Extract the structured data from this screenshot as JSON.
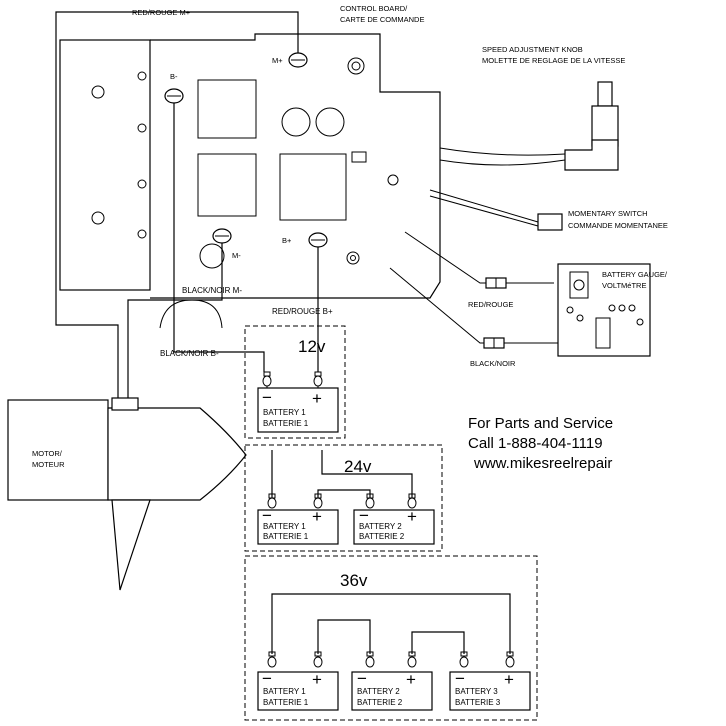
{
  "labels": {
    "red_m_plus": "RED/ROUGE M+",
    "control_board_1": "CONTROL BOARD/",
    "control_board_2": "CARTE DE COMMANDE",
    "m_plus": "M+",
    "b_minus": "B-",
    "m_minus": "M-",
    "b_plus": "B+",
    "speed_knob_1": "SPEED ADJUSTMENT  KNOB",
    "speed_knob_2": "MOLETTE DE REGLAGE DE LA VITESSE",
    "momentary_1": "MOMENTARY SWITCH",
    "momentary_2": "COMMANDE MOMENTANEE",
    "battery_gauge_1": "BATTERY GAUGE/",
    "battery_gauge_2": "VOLTMéTRE",
    "red_rouge": "RED/ROUGE",
    "black_noir": "BLACK/NOIR",
    "black_m_minus": "BLACK/NOIR M-",
    "red_b_plus": "RED/ROUGE B+",
    "black_b_minus": "BLACK/NOIR B-",
    "motor_1": "MOTOR/",
    "motor_2": "MOTEUR"
  },
  "configs": [
    {
      "voltage": "12v",
      "batteries": [
        {
          "line1": "BATTERY 1",
          "line2": "BATTERIE 1"
        }
      ]
    },
    {
      "voltage": "24v",
      "batteries": [
        {
          "line1": "BATTERY 1",
          "line2": "BATTERIE 1"
        },
        {
          "line1": "BATTERY 2",
          "line2": "BATTERIE 2"
        }
      ]
    },
    {
      "voltage": "36v",
      "batteries": [
        {
          "line1": "BATTERY 1",
          "line2": "BATTERIE 1"
        },
        {
          "line1": "BATTERY 2",
          "line2": "BATTERIE 2"
        },
        {
          "line1": "BATTERY 3",
          "line2": "BATTERIE 3"
        }
      ]
    }
  ],
  "terminal_signs": {
    "minus": "−",
    "plus": "+"
  },
  "service": {
    "line1": "For Parts and Service",
    "line2": "Call 1-888-404-1119",
    "line3": "www.mikesreelrepair"
  }
}
